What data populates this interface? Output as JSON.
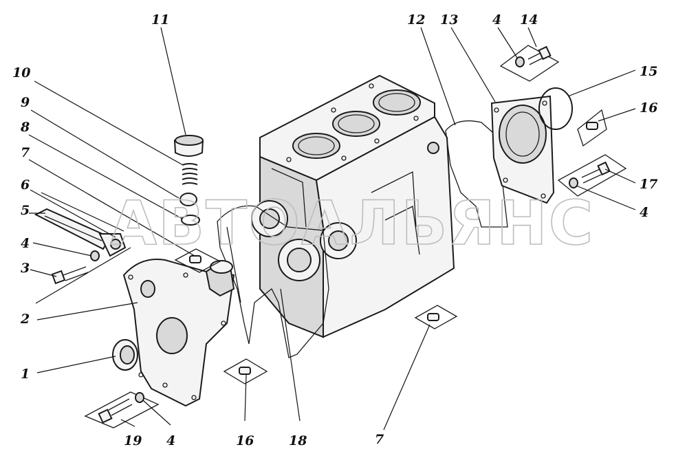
{
  "watermark": "АВТОАЛЬЯНС",
  "callouts": [
    "11",
    "10",
    "9",
    "8",
    "7",
    "6",
    "5",
    "4",
    "3",
    "2",
    "1",
    "19",
    "4",
    "16",
    "18",
    "7",
    "12",
    "13",
    "4",
    "14",
    "15",
    "16",
    "17",
    "4"
  ]
}
